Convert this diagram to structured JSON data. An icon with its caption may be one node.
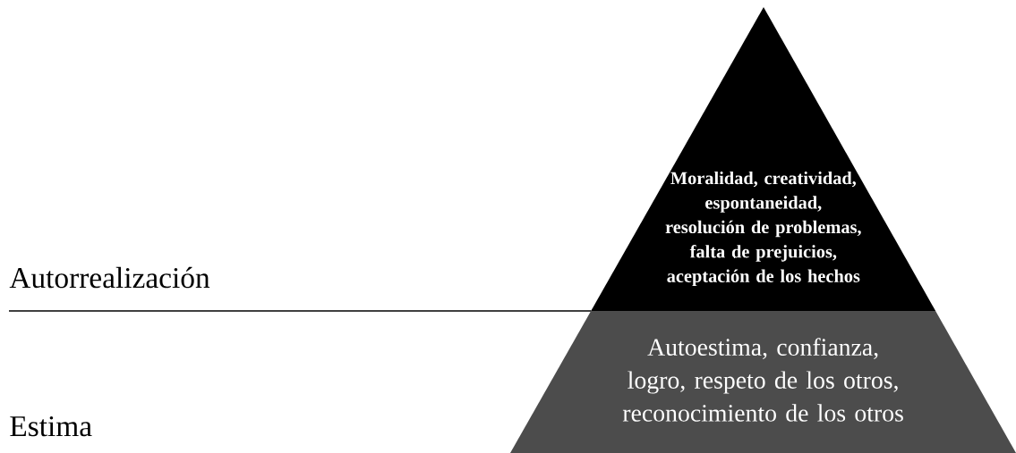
{
  "diagram": {
    "nodes": [
      {
        "text": [
          "Moralidad, creatividad, espontaneidad, resolución de problemas, falta de prejuicios, aceptación de los hechos"
        ]
      },
      {
        "text": [
          "Autoestima, confianza, logro, respeto de los otros, reconocimiento de los otros"
        ]
      }
    ],
    "labels": [
      "Autorrealización",
      "Estima"
    ]
  }
}
